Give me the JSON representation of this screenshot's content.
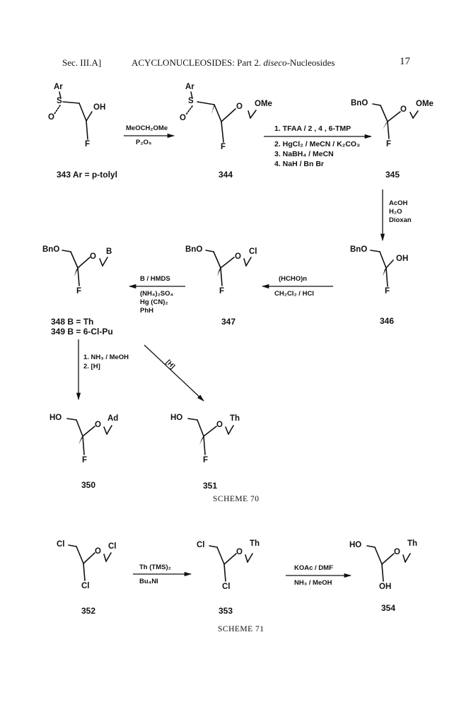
{
  "header": {
    "section": "Sec. III.A]",
    "title": "ACYCLONUCLEOSIDES: Part 2. ",
    "title_italic": "diseco",
    "title_rest": "-Nucleosides",
    "page": "17"
  },
  "scheme70": {
    "c343": {
      "ar": "Ar",
      "s": "S",
      "o": "O",
      "oh": "OH",
      "f": "F",
      "label": "343  Ar = p-tolyl"
    },
    "arrow1": {
      "top": "MeOCH₂OMe",
      "bottom": "P₂O₅"
    },
    "c344": {
      "ar": "Ar",
      "s": "S",
      "o": "O",
      "o_ring": "O",
      "ome": "OMe",
      "f": "F",
      "label": "344"
    },
    "arrow2": {
      "step1": "1. TFAA / 2 , 4 , 6-TMP",
      "step2": "2. HgCl₂ / MeCN / K₂CO₃",
      "step3": "3. NaBH₄ / MeCN",
      "step4": "4. NaH / Bn Br"
    },
    "c345": {
      "bno": "BnO",
      "o": "O",
      "ome": "OMe",
      "f": "F",
      "label": "345"
    },
    "arrow3": {
      "l1": "AcOH",
      "l2": "H₂O",
      "l3": "Dioxan"
    },
    "c346": {
      "bno": "BnO",
      "oh": "OH",
      "f": "F",
      "label": "346"
    },
    "arrow4": {
      "top": "(HCHO)n",
      "bottom": "CH₂Cl₂ / HCl"
    },
    "c347": {
      "bno": "BnO",
      "o": "O",
      "cl": "Cl",
      "f": "F",
      "label": "347"
    },
    "arrow5": {
      "top": "B / HMDS",
      "l1": "(NH₄)₂SO₄",
      "l2": "Hg (CN)₂",
      "l3": "PhH"
    },
    "c348": {
      "bno": "BnO",
      "o": "O",
      "b": "B",
      "f": "F",
      "label1": "348  B = Th",
      "label2": "349  B = 6-Cl-Pu"
    },
    "arrow6": {
      "l1": "1. NH₃ / MeOH",
      "l2": "2. [H]"
    },
    "arrow7": {
      "label": "[H]"
    },
    "c350": {
      "ho": "HO",
      "o": "O",
      "ad": "Ad",
      "f": "F",
      "label": "350"
    },
    "c351": {
      "ho": "HO",
      "o": "O",
      "th": "Th",
      "f": "F",
      "label": "351"
    },
    "caption": "SCHEME 70"
  },
  "scheme71": {
    "c352": {
      "cl1": "Cl",
      "o": "O",
      "cl2": "Cl",
      "cl3": "Cl",
      "label": "352"
    },
    "arrow1": {
      "top": "Th (TMS)₂",
      "bottom": "Bu₄NI"
    },
    "c353": {
      "cl1": "Cl",
      "o": "O",
      "th": "Th",
      "cl2": "Cl",
      "label": "353"
    },
    "arrow2": {
      "top": "KOAc / DMF",
      "bottom": "NH₃ / MeOH"
    },
    "c354": {
      "ho": "HO",
      "o": "O",
      "th": "Th",
      "oh": "OH",
      "label": "354"
    },
    "caption": "SCHEME 71"
  }
}
